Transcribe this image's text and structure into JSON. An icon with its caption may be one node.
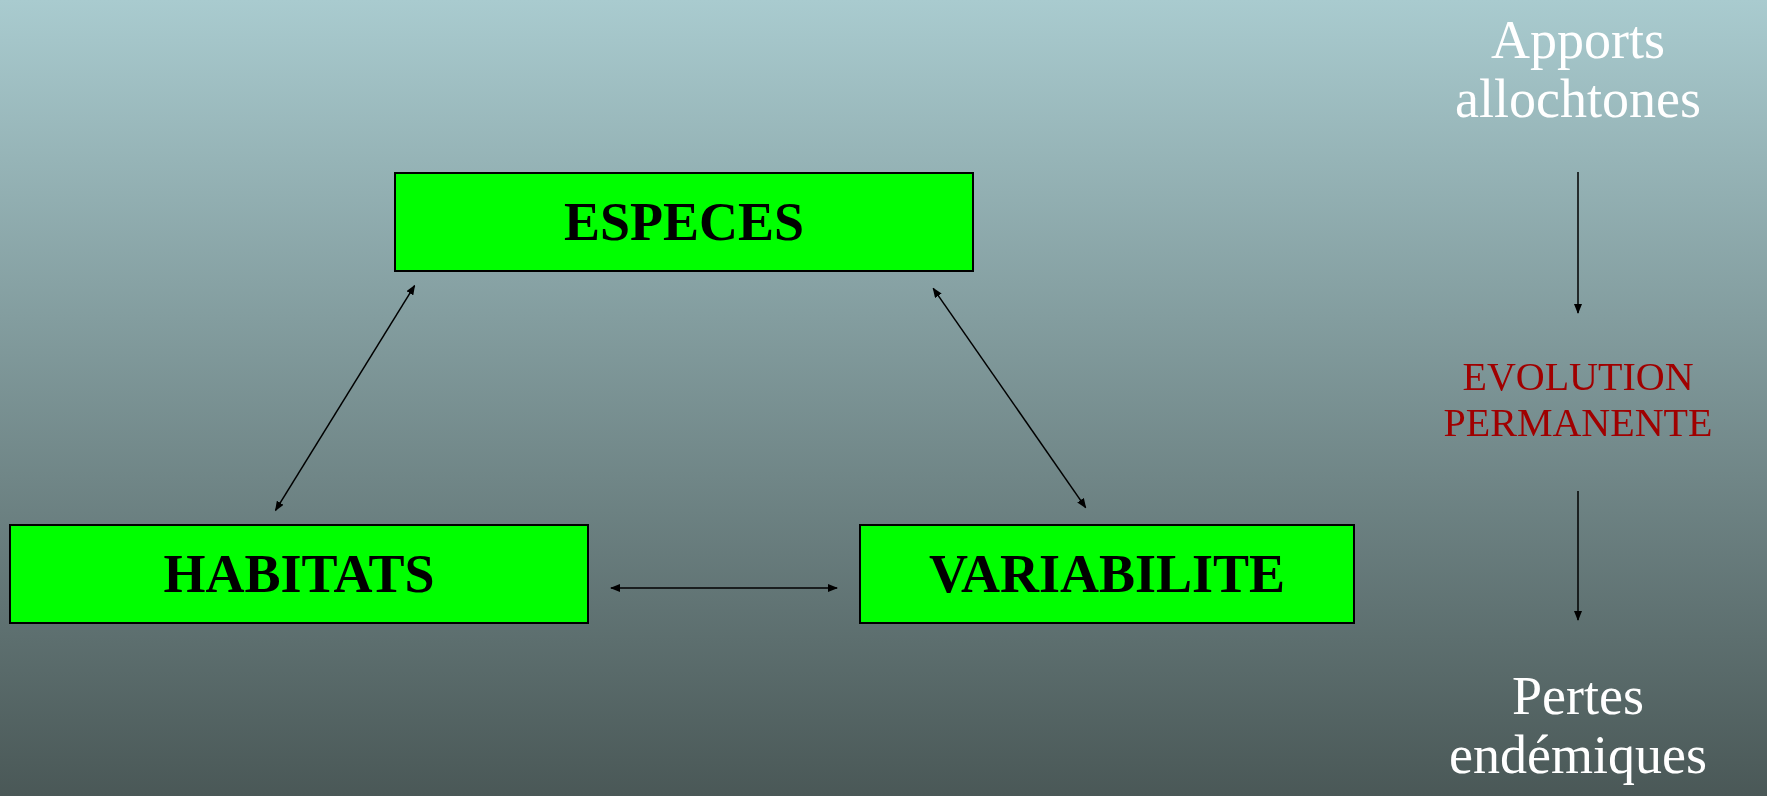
{
  "diagram": {
    "nodes": [
      {
        "text": [
          "ESPECES"
        ]
      },
      {
        "text": [
          "HABITATS"
        ]
      },
      {
        "text": [
          "VARIABILITE"
        ]
      },
      {
        "text": [
          "Apports allochtones"
        ]
      },
      {
        "text": [
          "EVOLUTION PERMANENTE"
        ]
      },
      {
        "text": [
          "Pertes endémiques"
        ]
      }
    ],
    "edges": [
      {
        "from": 0,
        "to": 1,
        "arrow": "both"
      },
      {
        "from": 0,
        "to": 2,
        "arrow": "both"
      },
      {
        "from": 1,
        "to": 2,
        "arrow": "both"
      },
      {
        "from": 3,
        "to": 4,
        "arrow": "to"
      },
      {
        "from": 4,
        "to": 5,
        "arrow": "to"
      }
    ]
  }
}
